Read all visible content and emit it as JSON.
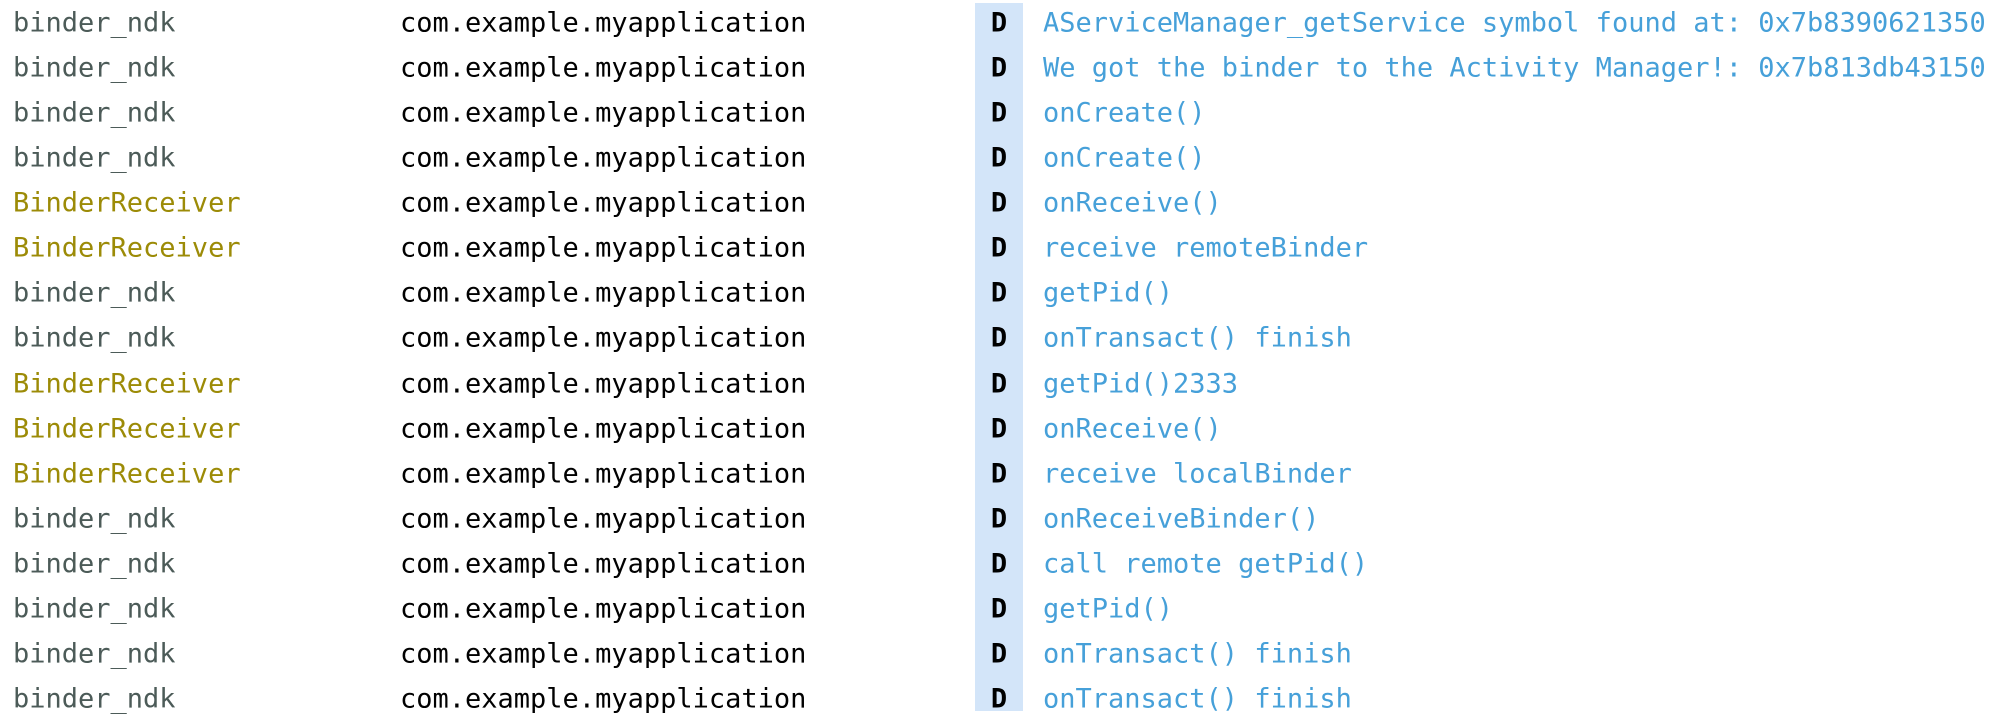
{
  "panel": {
    "name": "logcat-log-list",
    "level_column": {
      "badge": "D",
      "band_color": "#D3E5F9",
      "badge_text_color": "#000000"
    }
  },
  "colors": {
    "background": "#ffffff",
    "package_text": "#010101",
    "message_text": "#46A0D9",
    "tag_colors": {
      "binder_ndk": "#4C5B58",
      "BinderReceiver": "#9C8B07"
    }
  },
  "rows": [
    {
      "tag": "binder_ndk",
      "package": "com.example.myapplication",
      "level": "D",
      "message": "AServiceManager_getService symbol found at: 0x7b8390621350"
    },
    {
      "tag": "binder_ndk",
      "package": "com.example.myapplication",
      "level": "D",
      "message": "We got the binder to the Activity Manager!: 0x7b813db43150"
    },
    {
      "tag": "binder_ndk",
      "package": "com.example.myapplication",
      "level": "D",
      "message": "onCreate()"
    },
    {
      "tag": "binder_ndk",
      "package": "com.example.myapplication",
      "level": "D",
      "message": "onCreate()"
    },
    {
      "tag": "BinderReceiver",
      "package": "com.example.myapplication",
      "level": "D",
      "message": "onReceive()"
    },
    {
      "tag": "BinderReceiver",
      "package": "com.example.myapplication",
      "level": "D",
      "message": "receive remoteBinder"
    },
    {
      "tag": "binder_ndk",
      "package": "com.example.myapplication",
      "level": "D",
      "message": "getPid()"
    },
    {
      "tag": "binder_ndk",
      "package": "com.example.myapplication",
      "level": "D",
      "message": "onTransact() finish"
    },
    {
      "tag": "BinderReceiver",
      "package": "com.example.myapplication",
      "level": "D",
      "message": "getPid()2333"
    },
    {
      "tag": "BinderReceiver",
      "package": "com.example.myapplication",
      "level": "D",
      "message": "onReceive()"
    },
    {
      "tag": "BinderReceiver",
      "package": "com.example.myapplication",
      "level": "D",
      "message": "receive localBinder"
    },
    {
      "tag": "binder_ndk",
      "package": "com.example.myapplication",
      "level": "D",
      "message": "onReceiveBinder()"
    },
    {
      "tag": "binder_ndk",
      "package": "com.example.myapplication",
      "level": "D",
      "message": "call remote getPid()"
    },
    {
      "tag": "binder_ndk",
      "package": "com.example.myapplication",
      "level": "D",
      "message": "getPid()"
    },
    {
      "tag": "binder_ndk",
      "package": "com.example.myapplication",
      "level": "D",
      "message": "onTransact() finish"
    },
    {
      "tag": "binder_ndk",
      "package": "com.example.myapplication",
      "level": "D",
      "message": "onTransact() finish"
    }
  ]
}
